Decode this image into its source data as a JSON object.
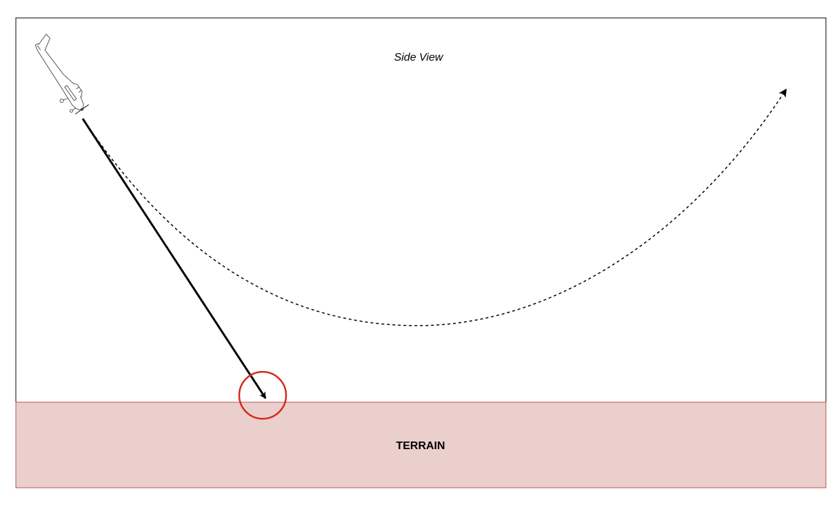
{
  "view": {
    "title": "Side View"
  },
  "terrain": {
    "label": "TERRAIN"
  },
  "colors": {
    "frame_stroke": "#000000",
    "terrain_fill": "#eacfcc",
    "terrain_stroke": "#b85450",
    "impact_circle": "#d42a1c",
    "arrow": "#000000",
    "aircraft_stroke": "#444444"
  },
  "icons": {
    "aircraft": "small-airplane-icon",
    "impact_marker": "circle-highlight-icon"
  },
  "paths": {
    "impact_trajectory_style": "solid",
    "recovery_trajectory_style": "dashed"
  }
}
